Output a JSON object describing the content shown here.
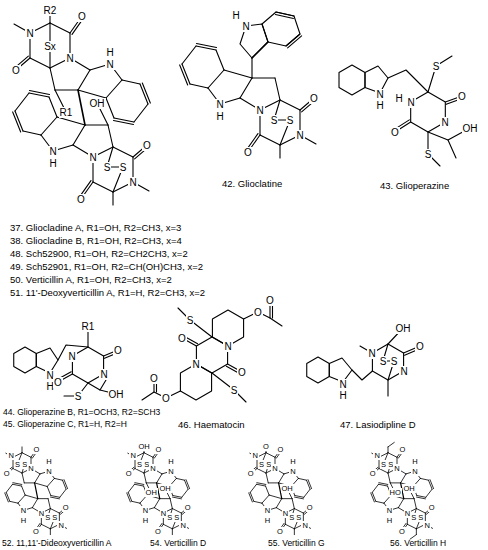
{
  "diagram": {
    "labels": [
      "R2",
      "O",
      "N",
      "Sx",
      "N",
      "N",
      "H",
      "R1",
      "O",
      "OH",
      "O",
      "N",
      "S",
      "S",
      "N",
      "N",
      "H",
      "O",
      "37. Gliocladine A, R1=OH, R2=CH3, x=3",
      "38. Gliocladine B, R1=OH, R2=CH3, x=4",
      "48. Sch52900, R1=OH, R2=CH2CH3, x=2",
      "49. Sch52901, R1=OH, R2=CH(OH)CH3, x=2",
      "50. Verticillin A, R1=OH, R2=CH3, x=2",
      "51. 11'-Deoxyverticillin A, R1=H, R2=CH3, x=2",
      "H",
      "N",
      "O",
      "O",
      "N",
      "S",
      "S",
      "N",
      "N",
      "H",
      "42. Glioclatine",
      "N",
      "H",
      "S",
      "N",
      "H",
      "O",
      "N",
      "O",
      "OH",
      "S",
      "43. Glioperazine",
      "N",
      "H",
      "R1",
      "O",
      "N",
      "N",
      "O",
      "S",
      "OH",
      "44. Glioperazine B, R1=OCH3, R2=SCH3",
      "45. Glioperazine C, R1=H, R2=H",
      "S",
      "O",
      "O",
      "O",
      "N",
      "N",
      "O",
      "S",
      "O",
      "O",
      "46. Haematocin",
      "OH",
      "O",
      "N",
      "S",
      "S",
      "N",
      "N",
      "H",
      "47. Lasiodipline D",
      "S",
      "S",
      "N",
      "N",
      "N",
      "H",
      "O",
      "O",
      "S",
      "S",
      "N",
      "N",
      "N",
      "H",
      "O",
      "O",
      "52. 11,11'-Dideoxyverticillin A",
      "OH",
      "S",
      "S",
      "N",
      "N",
      "N",
      "H",
      "O",
      "O",
      "OH",
      "S",
      "S",
      "N",
      "N",
      "N",
      "H",
      "O",
      "O",
      "OH",
      "54. Verticillin D",
      "O",
      "S",
      "S",
      "N",
      "N",
      "N",
      "H",
      "O",
      "O",
      "S",
      "S",
      "N",
      "N",
      "N",
      "H",
      "O",
      "O",
      "OH",
      "55. Verticillin G",
      "S",
      "S",
      "N",
      "N",
      "N",
      "H",
      "O",
      "O",
      "HO",
      "S",
      "S",
      "N",
      "N",
      "N",
      "H",
      "O",
      "O",
      "OH",
      "56. Verticillin H"
    ]
  }
}
